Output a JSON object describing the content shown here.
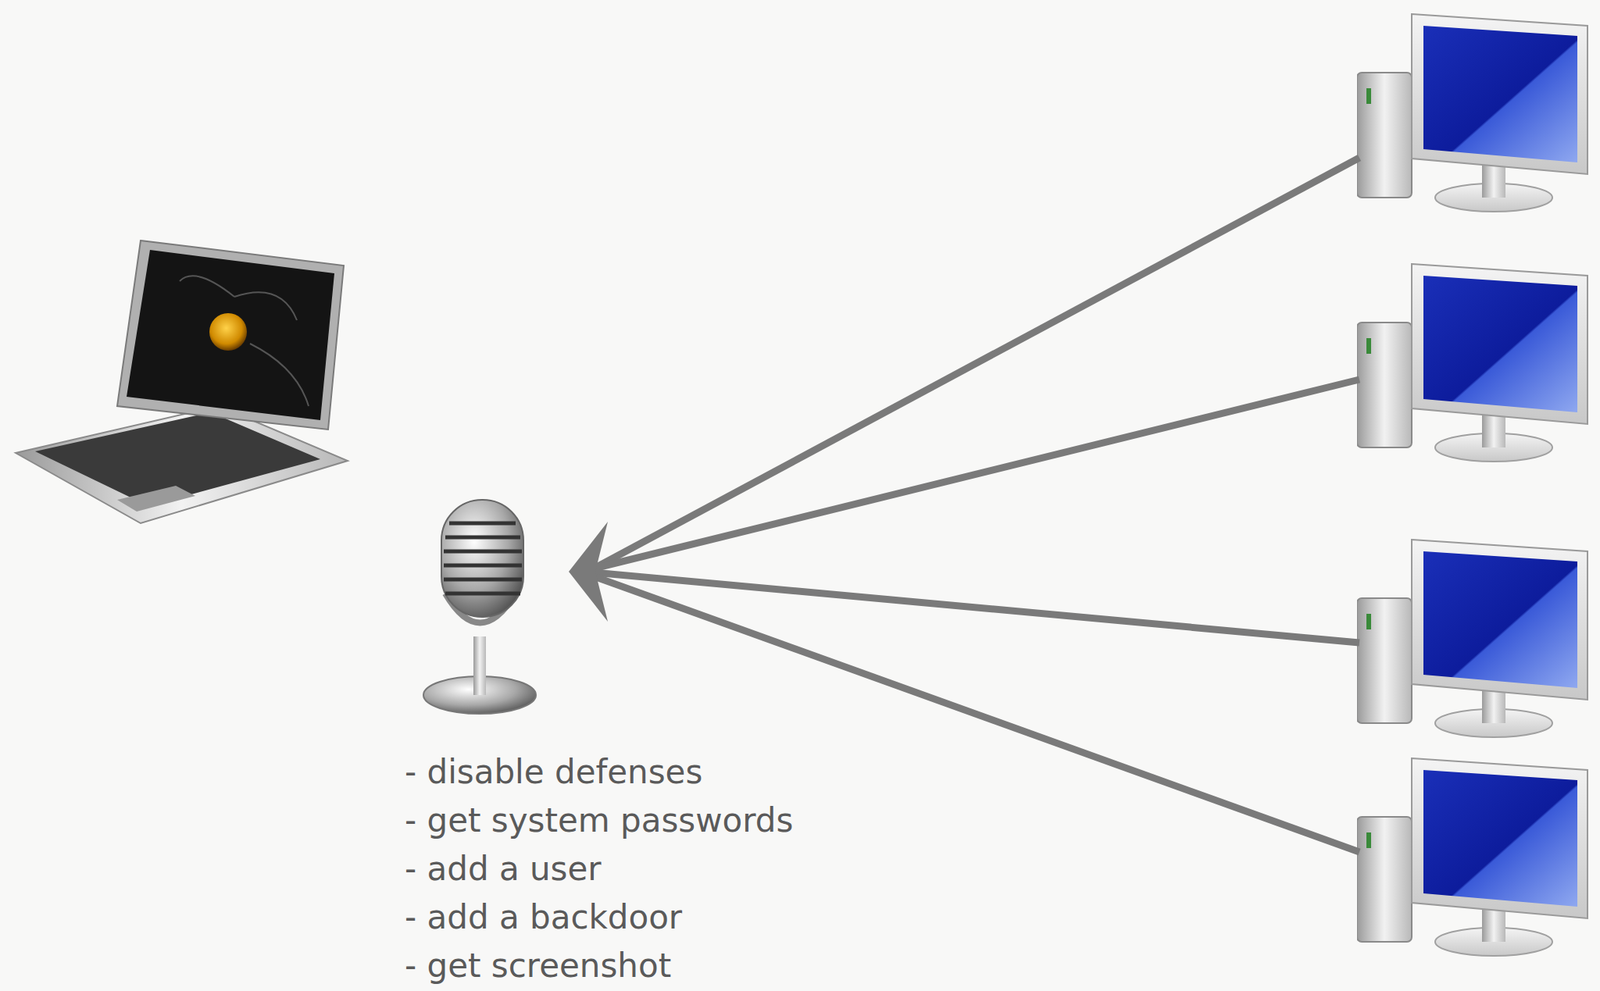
{
  "diagram": {
    "labels": [
      "- disable defenses",
      "- get system passwords",
      "- add a user",
      "- add a backdoor",
      "- get screenshot"
    ]
  }
}
